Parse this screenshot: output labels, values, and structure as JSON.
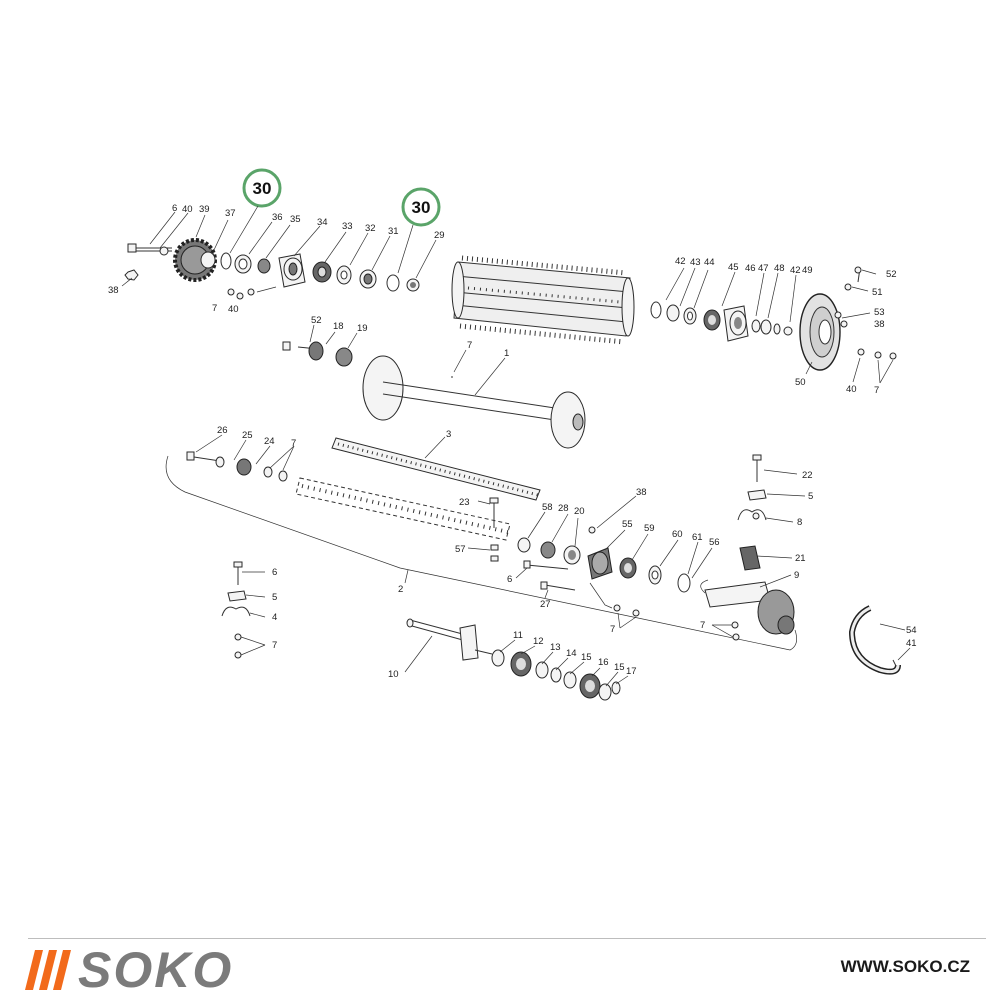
{
  "callouts": [
    {
      "id": "c1",
      "text": "30"
    },
    {
      "id": "c2",
      "text": "30"
    }
  ],
  "accent_color": "#5aa469",
  "brand": {
    "name": "SOKO",
    "website": "WWW.SOKO.CZ",
    "brand_color": "#f26a1b",
    "text_color": "#7b7b7b"
  },
  "labels": {
    "l6a": "6",
    "l40a": "40",
    "l39": "39",
    "l37": "37",
    "l36": "36",
    "l35": "35",
    "l34": "34",
    "l33": "33",
    "l32": "32",
    "l31": "31",
    "l29": "29",
    "l38a": "38",
    "l7a": "7",
    "l40b": "40",
    "l52a": "52",
    "l18": "18",
    "l19": "19",
    "l7b": "7",
    "l1": "1",
    "l42a": "42",
    "l43": "43",
    "l44": "44",
    "l45": "45",
    "l46": "46",
    "l47": "47",
    "l48": "48",
    "l42b": "42",
    "l49": "49",
    "l52b": "52",
    "l51": "51",
    "l53": "53",
    "l38b": "38",
    "l50": "50",
    "l40c": "40",
    "l7c": "7",
    "l26": "26",
    "l25": "25",
    "l24": "24",
    "l7d": "7",
    "l3": "3",
    "l23": "23",
    "l57": "57",
    "l58": "58",
    "l28": "28",
    "l20": "20",
    "l38c": "38",
    "l55": "55",
    "l59": "59",
    "l60": "60",
    "l61": "61",
    "l56": "56",
    "l6b": "6",
    "l27": "27",
    "l7e": "7",
    "l2": "2",
    "l22": "22",
    "l5a": "5",
    "l8": "8",
    "l21": "21",
    "l9": "9",
    "l7f": "7",
    "l6c": "6",
    "l5b": "5",
    "l4": "4",
    "l7g": "7",
    "l10": "10",
    "l11": "11",
    "l12": "12",
    "l13": "13",
    "l14": "14",
    "l15a": "15",
    "l16": "16",
    "l15b": "15",
    "l17": "17",
    "l54": "54",
    "l41": "41"
  }
}
